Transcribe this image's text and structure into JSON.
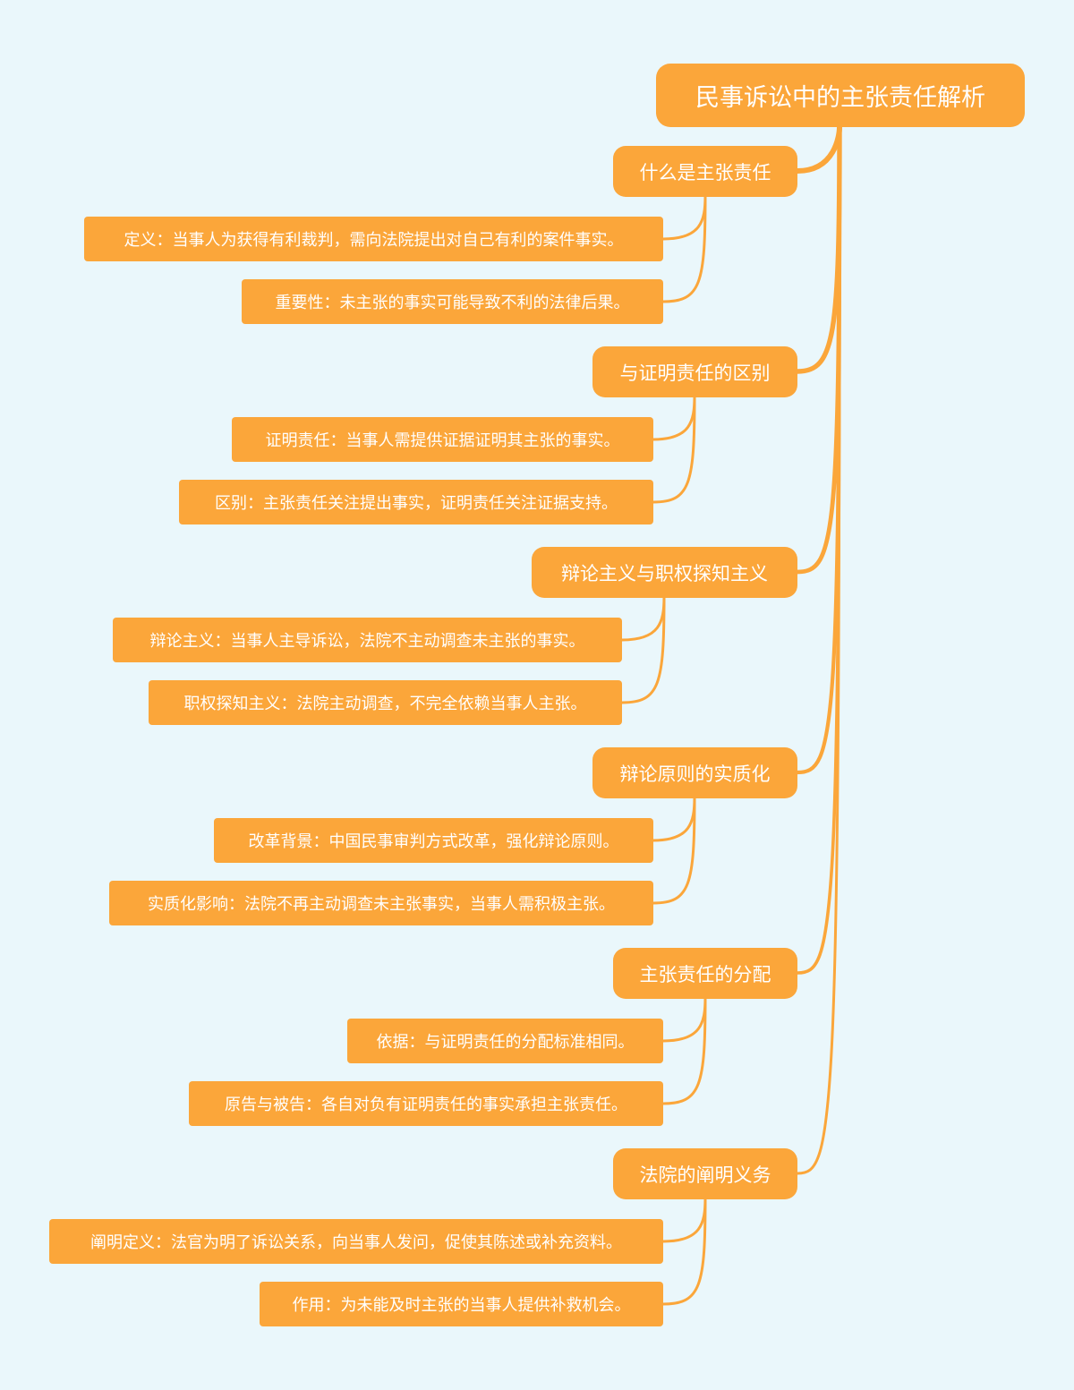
{
  "root": {
    "label": "民事诉讼中的主张责任解析"
  },
  "branches": [
    {
      "label": "什么是主张责任",
      "leaves": [
        "定义：当事人为获得有利裁判，需向法院提出对自己有利的案件事实。",
        "重要性：未主张的事实可能导致不利的法律后果。"
      ]
    },
    {
      "label": "与证明责任的区别",
      "leaves": [
        "证明责任：当事人需提供证据证明其主张的事实。",
        "区别：主张责任关注提出事实，证明责任关注证据支持。"
      ]
    },
    {
      "label": "辩论主义与职权探知主义",
      "leaves": [
        "辩论主义：当事人主导诉讼，法院不主动调查未主张的事实。",
        "职权探知主义：法院主动调查，不完全依赖当事人主张。"
      ]
    },
    {
      "label": "辩论原则的实质化",
      "leaves": [
        "改革背景：中国民事审判方式改革，强化辩论原则。",
        "实质化影响：法院不再主动调查未主张事实，当事人需积极主张。"
      ]
    },
    {
      "label": "主张责任的分配",
      "leaves": [
        "依据：与证明责任的分配标准相同。",
        "原告与被告：各自对负有证明责任的事实承担主张责任。"
      ]
    },
    {
      "label": "法院的阐明义务",
      "leaves": [
        "阐明定义：法官为明了诉讼关系，向当事人发问，促使其陈述或补充资料。",
        "作用：为未能及时主张的当事人提供补救机会。"
      ]
    }
  ],
  "colors": {
    "background": "#eaf7fb",
    "node_fill": "#fba63a",
    "connector": "#fba63a",
    "text": "#ffffff"
  }
}
